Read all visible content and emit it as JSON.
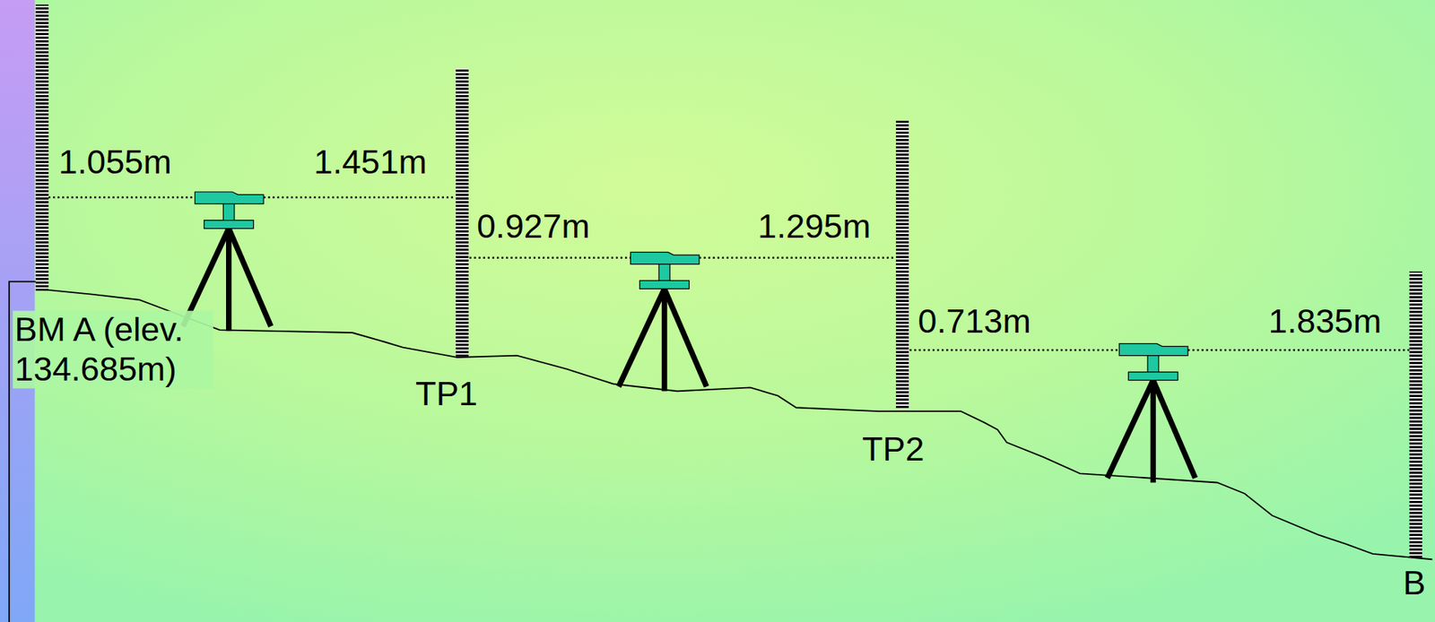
{
  "diagram": {
    "labels": [
      "1.055m",
      "1.451m",
      "0.927m",
      "1.295m",
      "0.713m",
      "1.835m",
      "BM A (elev. 134.685m)",
      "TP1",
      "TP2",
      "B"
    ]
  }
}
